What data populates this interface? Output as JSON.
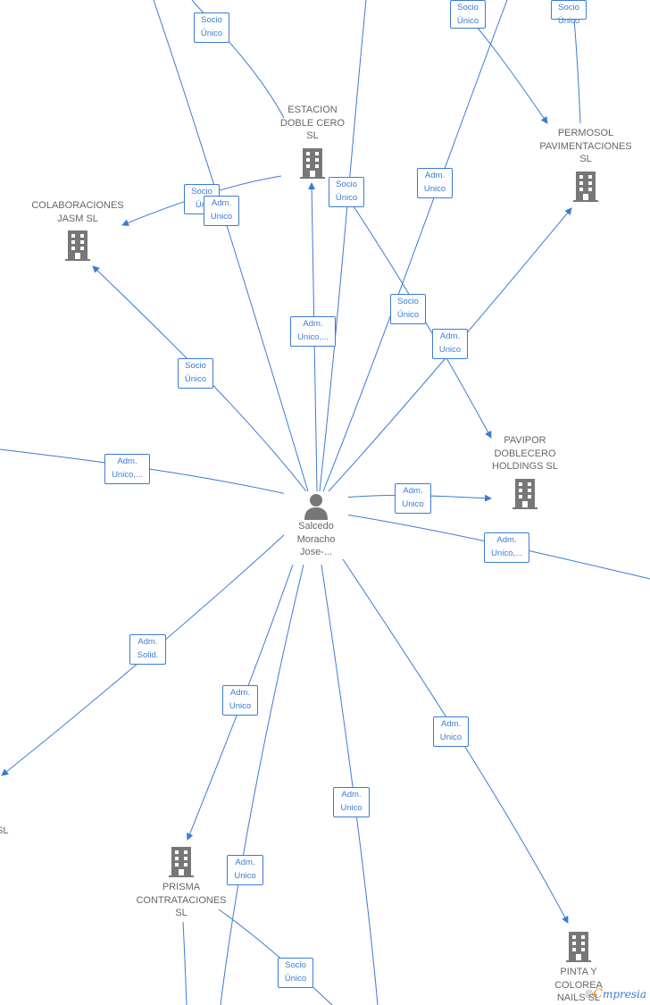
{
  "colors": {
    "edge": "#3a7bd5",
    "node_text": "#666666",
    "icon": "#777777",
    "watermark_accent": "#f08a1c"
  },
  "center": {
    "label": "Salcedo\nMoracho\nJose-...",
    "icon": "person-icon"
  },
  "companies": {
    "estacion": "ESTACION\nDOBLE CERO\nSL",
    "colaboraciones": "COLABORACIONES\nJASM  SL",
    "permosol": "PERMOSOL\nPAVIMENTACIONES\nSL",
    "pavipor": "PAVIPOR\nDOBLECERO\nHOLDINGS  SL",
    "prisma": "PRISMA\nCONTRATACIONES\nSL",
    "pinta": "PINTA Y\nCOLOREA\nNAILS  SL",
    "left_partial": "-\nSL"
  },
  "roles": {
    "b1": "Socio\nÚnico",
    "b2": "Socio\nÚnico",
    "b3": "Socio\nÚnico",
    "b4": "Socio\nÚni",
    "b5": "Adm.\nUnico",
    "b6": "Socio\nÚnico",
    "b7": "Adm.\nUnico",
    "b8": "Adm.\nUnico,...",
    "b9": "Socio\nÚnico",
    "b10": "Adm.\nUnico",
    "b11": "Socio\nÚnico",
    "b12": "Adm.\nUnico,...",
    "b13": "Adm.\nUnico",
    "b14": "Adm.\nUnico,...",
    "b15": "Adm.\nSolid.",
    "b16": "Adm.\nUnico",
    "b17": "Adm.\nUnico",
    "b18": "Adm.\nUnico",
    "b19": "Adm.\nUnico",
    "b20": "Socio\nÚnico"
  },
  "watermark": {
    "copyright": "©",
    "brand_initial": "C",
    "brand_rest": "mpresia"
  }
}
